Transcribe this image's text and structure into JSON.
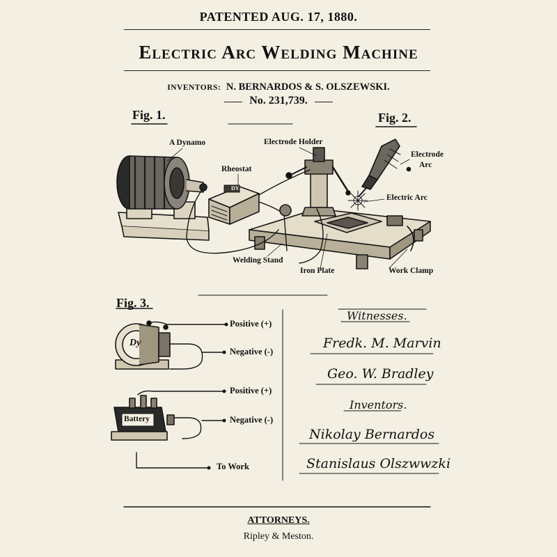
{
  "header": {
    "patented": "PATENTED AUG. 17, 1880.",
    "title": "Electric Arc Welding Machine",
    "inventors_label": "INVENTORS:",
    "inventors_names": "N. BERNARDOS & S. OLSZEWSKI.",
    "patent_number": "No. 231,739."
  },
  "fig1": {
    "title": "Fig. 1.",
    "labels": {
      "dynamo": "A Dynamo",
      "rheostat": "Rheostat",
      "electrode_holder": "Electrode Holder",
      "welding_stand": "Welding Stand",
      "iron_plate": "Iron Plate",
      "electric_arc": "Electric Arc",
      "work_clamp": "Work Clamp",
      "dynamo_badge": "DY"
    }
  },
  "fig2": {
    "title": "Fig. 2.",
    "labels": {
      "electrode_arc_line1": "Electrode",
      "electrode_arc_line2": "Arc"
    }
  },
  "fig3": {
    "title": "Fig. 3.",
    "dynamo_badge": "Dy",
    "battery_label": "Battery",
    "labels": {
      "positive_1": "Positive (+)",
      "negative_1": "Negative (-)",
      "positive_2": "Positive (+)",
      "negative_2": "Negative (-)",
      "to_work": "To Work"
    }
  },
  "signatures": {
    "witnesses_heading": "Witnesses.",
    "witness_1": "Fredk. M. Marvin",
    "witness_2": "Geo. W. Bradley",
    "inventors_heading": "Inventors.",
    "inventor_1": "Nikolay Bernardos",
    "inventor_2": "Stanislaus Olszwwzki"
  },
  "footer": {
    "attorneys_title": "ATTORNEYS.",
    "attorneys_name": "Ripley & Meston."
  }
}
